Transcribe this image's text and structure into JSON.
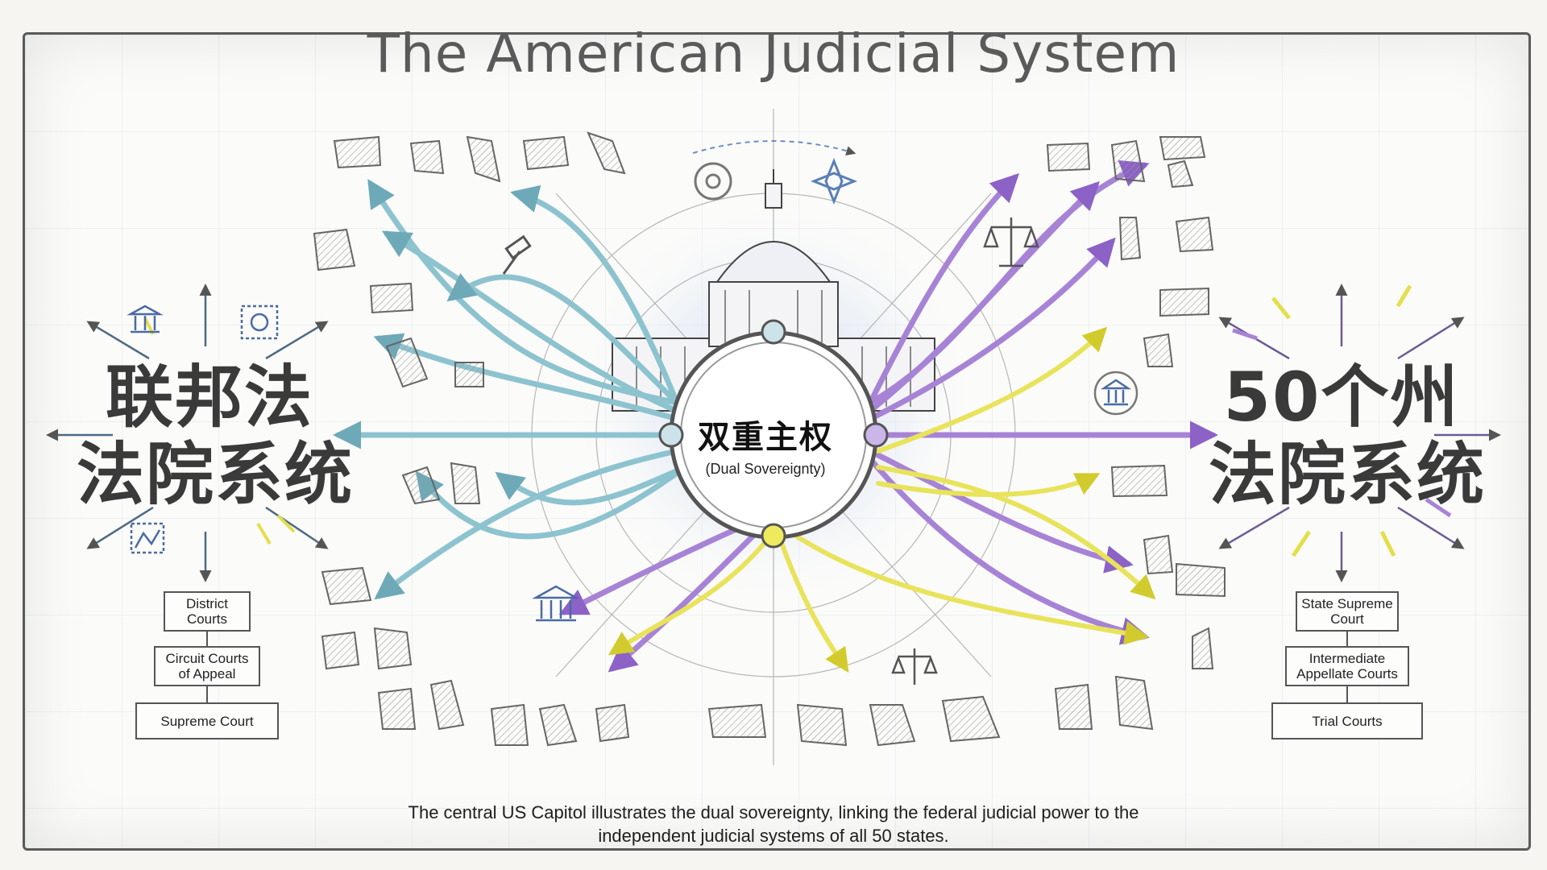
{
  "title": "The American Judicial System",
  "center": {
    "label_cn": "双重主权",
    "label_en": "(Dual Sovereignty)"
  },
  "federal": {
    "title_lines": [
      "联邦法",
      "法院系统"
    ],
    "courts": [
      "District Courts",
      "Circuit Courts of Appeal",
      "Supreme Court"
    ]
  },
  "state": {
    "title_lines": [
      "50个州",
      "法院系统"
    ],
    "courts": [
      "State Supreme Court",
      "Intermediate Appellate Courts",
      "Trial Courts"
    ]
  },
  "caption": "The central US Capitol illustrates the dual sovereignty, linking the federal judicial power to the independent judicial systems of all 50 states.",
  "colors": {
    "federal_arrow": "#8cc3cf",
    "state_arrow": "#a783d6",
    "connector_arrow": "#e8e35a",
    "ink": "#4a4a4a"
  },
  "icons": [
    "courthouse-icon",
    "gear-icon",
    "map-icon",
    "capitol-icon",
    "scales-icon",
    "gavel-icon",
    "compass-icon",
    "state-outline-icon"
  ]
}
